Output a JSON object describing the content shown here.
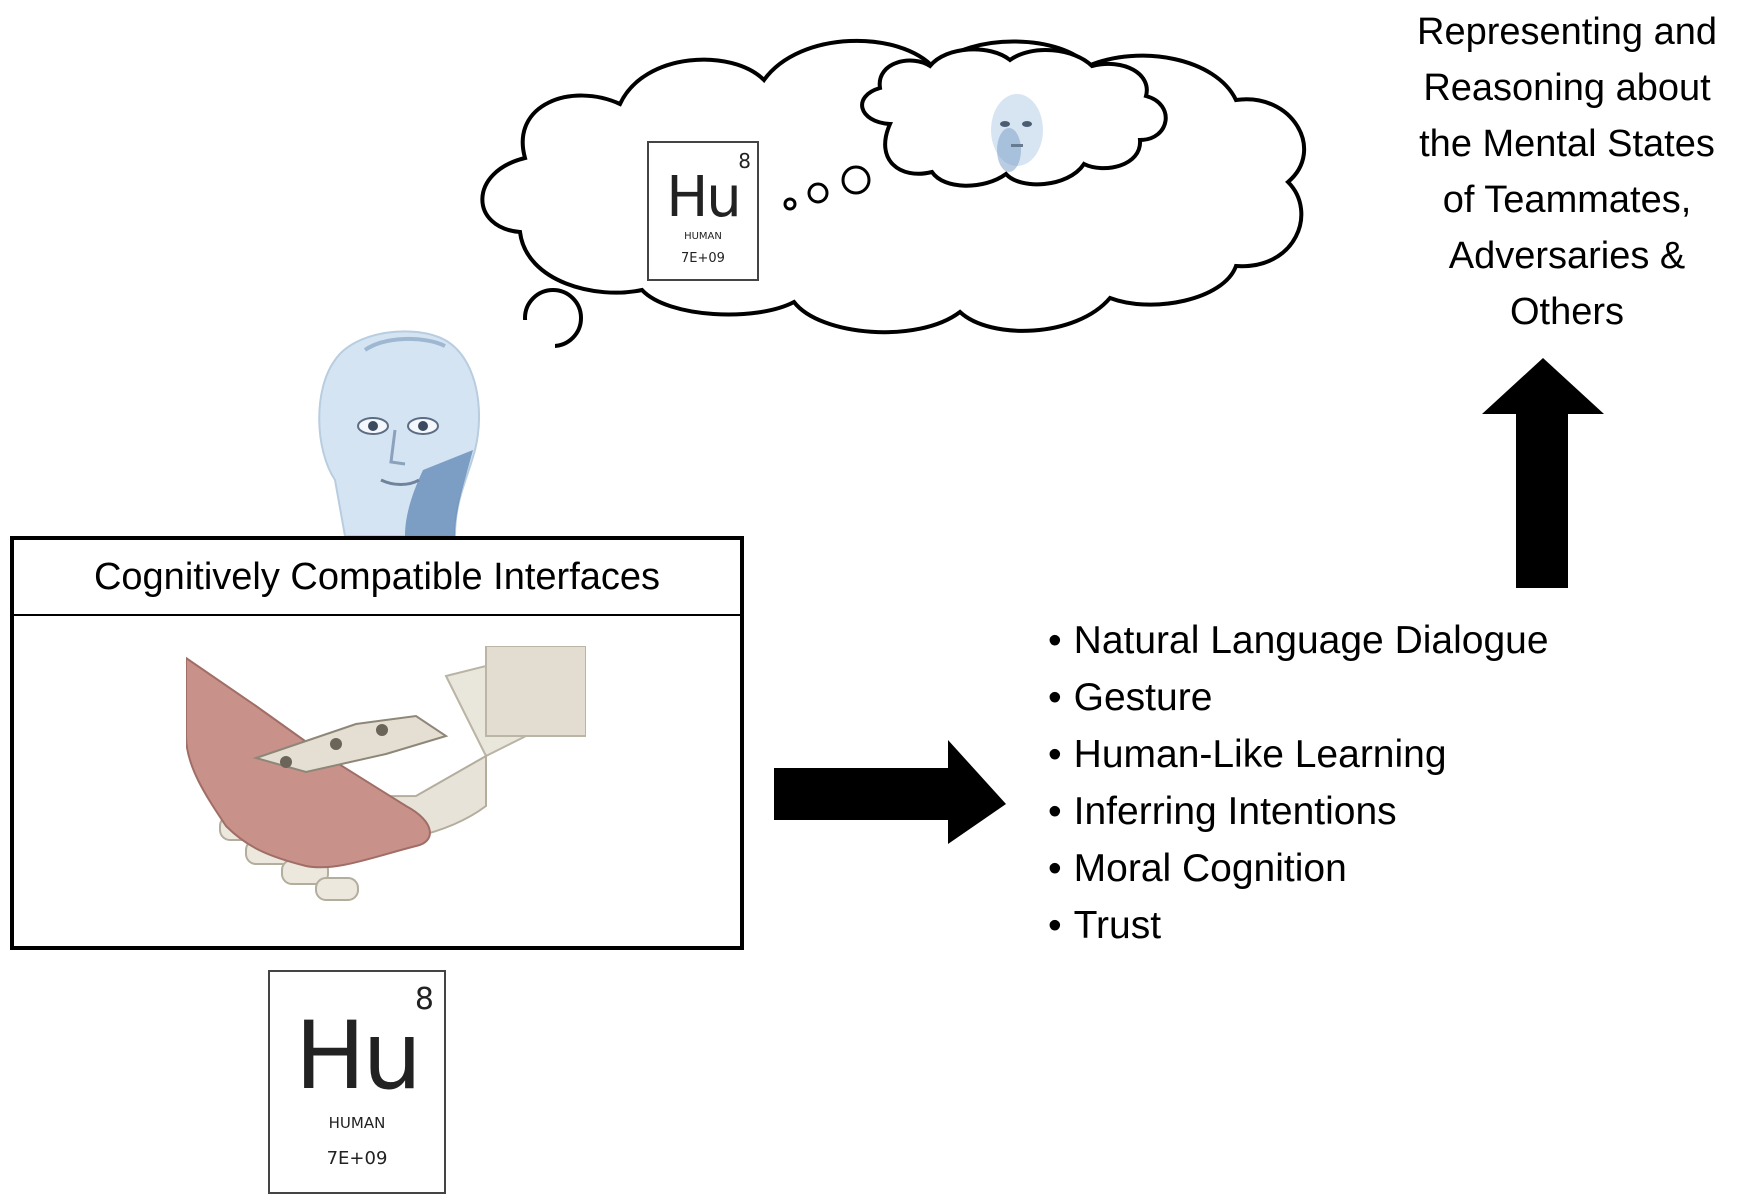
{
  "top_right": {
    "text": "Representing and\nReasoning about\nthe Mental States\nof Teammates,\nAdversaries &\nOthers"
  },
  "interfaces_box": {
    "title": "Cognitively Compatible Interfaces"
  },
  "element_tile": {
    "number": "8",
    "symbol": "Hu",
    "name": "HUMAN",
    "mass": "7E+09"
  },
  "capabilities": [
    "Natural Language Dialogue",
    "Gesture",
    "Human-Like Learning",
    "Inferring Intentions",
    "Moral Cognition",
    "Trust"
  ],
  "colors": {
    "robot_face": "#cfe0f0",
    "robot_shadow": "#6f95c0",
    "human_skin": "#c98f86",
    "robot_hand": "#e7e3d8"
  }
}
